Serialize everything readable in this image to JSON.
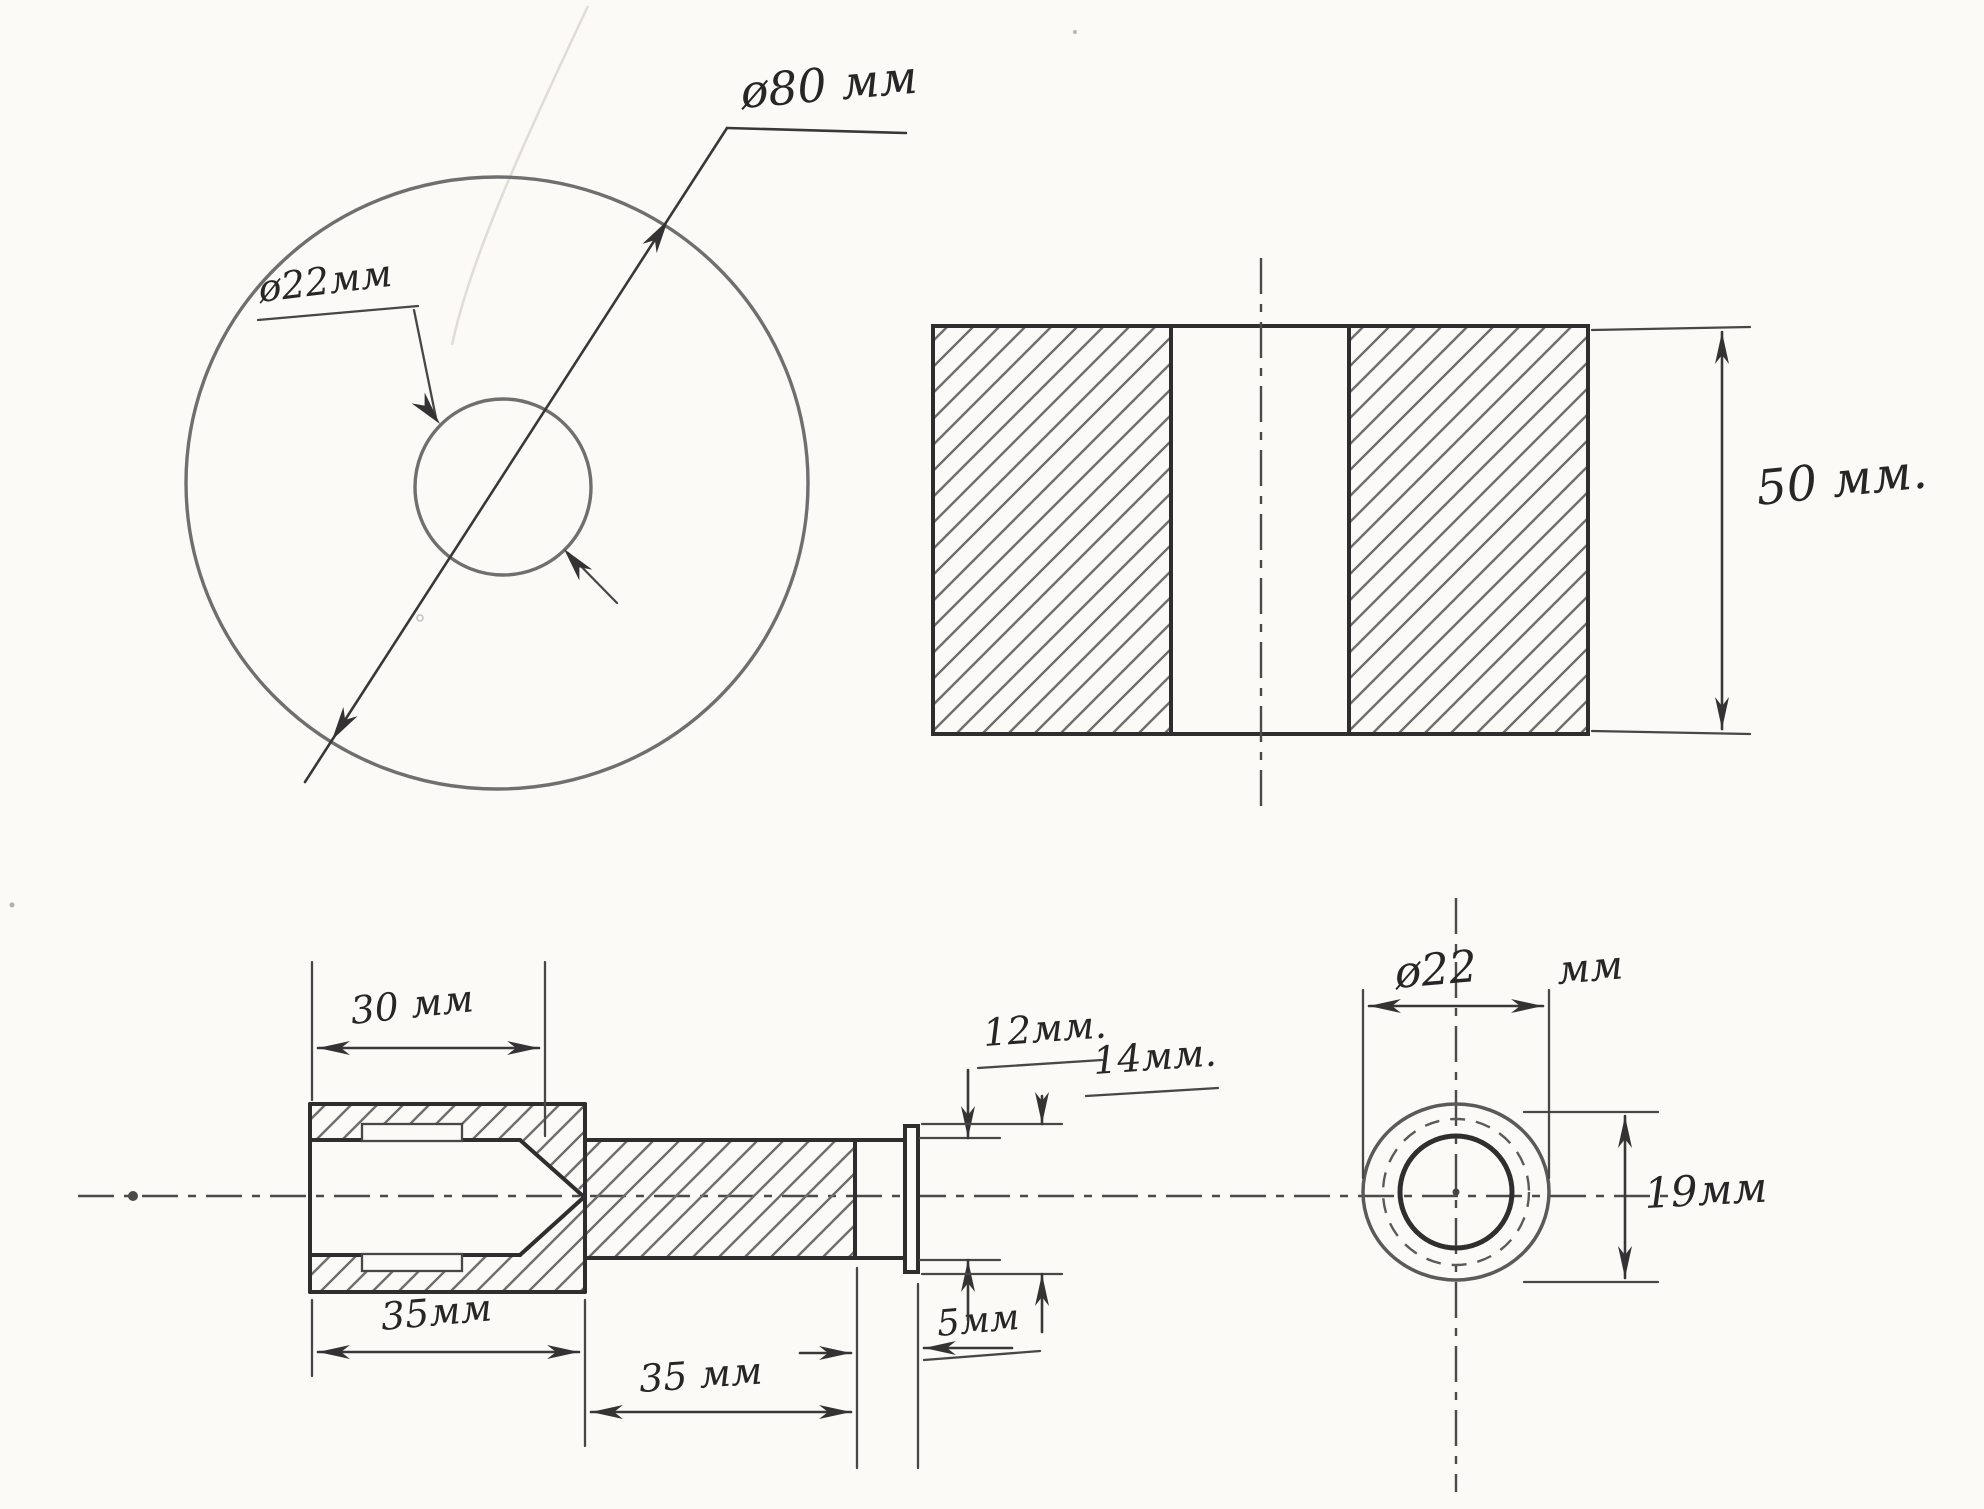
{
  "palette": {
    "ink": "#2f2f2f",
    "pencil": "#6f6f6f",
    "paper": "#fbfaf6"
  },
  "views": {
    "front": {
      "title": "front view of disc",
      "outer_diameter": "ø80 мм",
      "inner_diameter": "ø22мм"
    },
    "side": {
      "title": "side section of disc",
      "thickness": "50 мм."
    },
    "shaft_section": {
      "title": "hub and shaft section",
      "bore_depth": "30 мм",
      "hub_length": "35мм",
      "shaft_length": "35 мм",
      "shaft_diameter": "12мм.",
      "flange_diameter": "14мм.",
      "flange_width": "5мм"
    },
    "end": {
      "title": "end view of hub",
      "diameter_value": "ø22",
      "diameter_unit": "мм",
      "width_across": "19мм"
    }
  }
}
